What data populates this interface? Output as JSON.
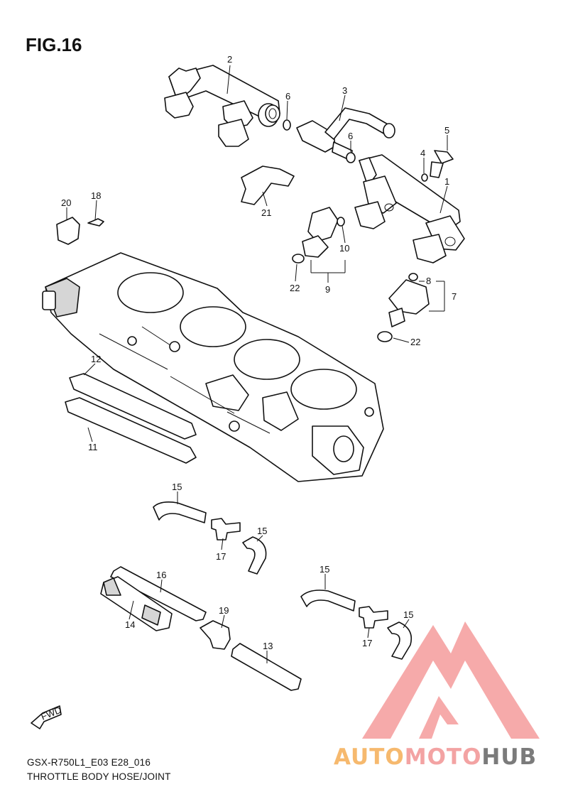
{
  "figure": {
    "title": "FIG.16",
    "model_code": "GSX-R750L1_E03 E28_016",
    "section_title": "THROTTLE BODY HOSE/JOINT"
  },
  "callouts": {
    "c1": "1",
    "c2": "2",
    "c3": "3",
    "c4": "4",
    "c5": "5",
    "c6a": "6",
    "c6b": "6",
    "c7": "7",
    "c8": "8",
    "c9": "9",
    "c10": "10",
    "c11": "11",
    "c12": "12",
    "c13": "13",
    "c14": "14",
    "c15a": "15",
    "c15b": "15",
    "c15c": "15",
    "c15d": "15",
    "c16": "16",
    "c17a": "17",
    "c17b": "17",
    "c18": "18",
    "c19": "19",
    "c20": "20",
    "c21": "21",
    "c22a": "22",
    "c22b": "22"
  },
  "fwd_label": "FWD",
  "watermark": {
    "brand_a": "AUTO",
    "brand_b": "MOTO",
    "brand_c": "HUB",
    "colors": {
      "auto": "#f6b96e",
      "moto": "#f3a3a3",
      "hub": "#7b7b7b",
      "mark": "#f59b9b"
    }
  }
}
